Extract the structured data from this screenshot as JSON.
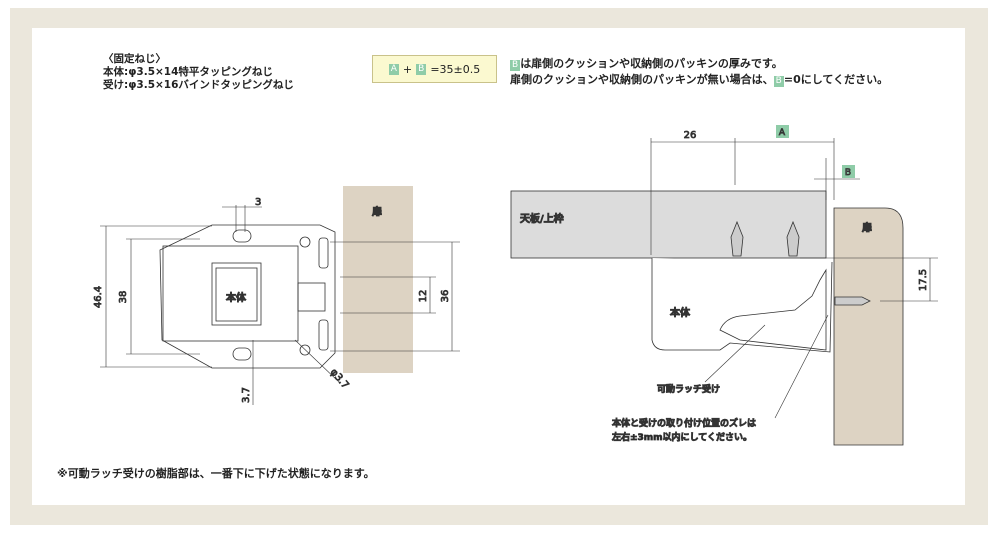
{
  "screws": {
    "heading": "〈固定ねじ〉",
    "body_screw": "本体:φ3.5×14特平タッピングねじ",
    "receiver_screw": "受け:φ3.5×16バインドタッピングねじ"
  },
  "formula": {
    "a": "A",
    "plus": "+",
    "b": "B",
    "result": "=35±0.5"
  },
  "note_b": {
    "tag": "B",
    "line1": "は扉側のクッションや収納側のパッキンの厚みです。",
    "line2_pre": "扉側のクッションや収納側のパッキンが無い場合は、",
    "line2_tag": "B",
    "line2_post": "=0にしてください。"
  },
  "front_view": {
    "door": "扉",
    "body": "本体",
    "dims": {
      "width_total": "46.4",
      "width_inner": "38",
      "slot": "3",
      "inner_gap": "12",
      "hole_pitch": "36",
      "offset": "3.7",
      "hole_dia": "φ3.7"
    }
  },
  "side_view": {
    "board": "天板/上枠",
    "door": "扉",
    "body": "本体",
    "dim_26": "26",
    "dim_a": "A",
    "dim_b": "B",
    "dim_height": "17.5",
    "latch_label": "可動ラッチ受け",
    "alignment_note_1": "本体と受けの取り付け位置のズレは",
    "alignment_note_2": "左右±3mm以内にしてください。"
  },
  "footnote": "※可動ラッチ受けの樹脂部は、一番下に下げた状態になります。",
  "colors": {
    "frame": "#ebe7dc",
    "door": "#ddd3c3",
    "board": "#dcdcdc",
    "tag": "#8fcca8",
    "formula_bg": "#fbf9d0"
  }
}
